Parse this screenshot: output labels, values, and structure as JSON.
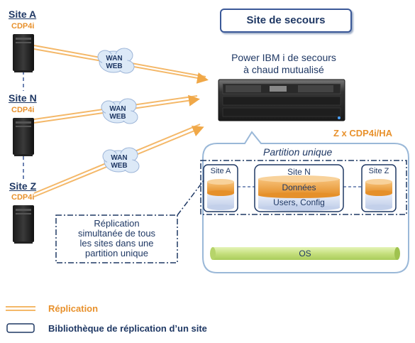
{
  "sites": [
    {
      "name": "Site A",
      "software": "CDP4i"
    },
    {
      "name": "Site N",
      "software": "CDP4i"
    },
    {
      "name": "Site Z",
      "software": "CDP4i"
    }
  ],
  "wan": {
    "line1": "WAN",
    "line2": "WEB"
  },
  "backup_site_title": "Site de secours",
  "power_server": {
    "line1": "Power IBM i de secours",
    "line2": "à chaud mutualisé"
  },
  "cdp_ha_label": "Z x CDP4i/HA",
  "partition": {
    "title": "Partition unique",
    "libraries": {
      "site_a": "Site A",
      "site_n": "Site N",
      "site_z": "Site Z"
    },
    "data_label": "Données",
    "users_label": "Users, Config",
    "os_label": "OS"
  },
  "replication_note": {
    "line1": "Réplication",
    "line2": "simultanée  de tous",
    "line3": "les sites dans une",
    "line4": "partition unique"
  },
  "legend": {
    "replication": "Réplication",
    "library": "Bibliothèque de réplication d’un site"
  },
  "colors": {
    "navy": "#1f3864",
    "orange": "#e8912c",
    "green": "#c5e08a",
    "cloud": "#dce9f7"
  }
}
